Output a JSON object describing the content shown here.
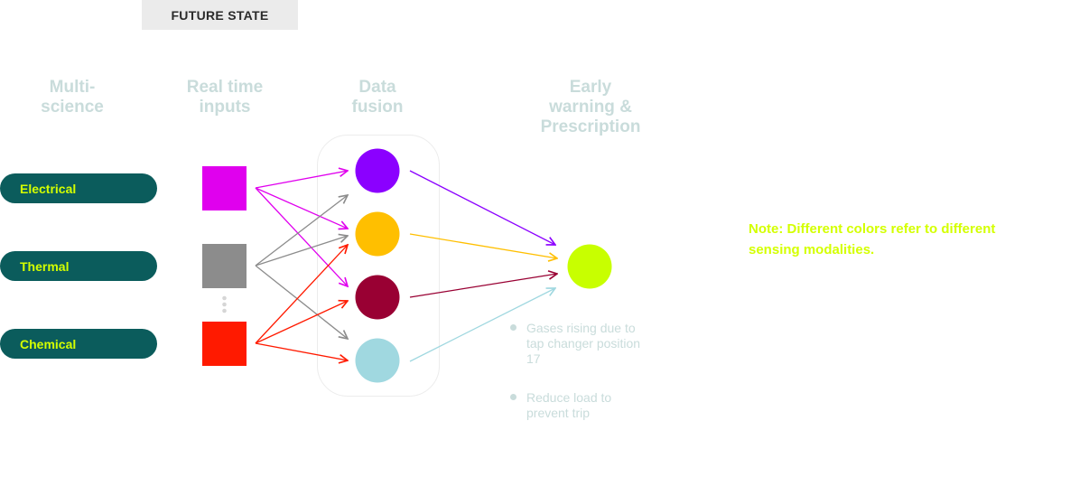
{
  "tag": "FUTURE STATE",
  "columns": {
    "multi_science": "Multi-\nscience",
    "real_time": "Real time\ninputs",
    "fusion": "Data\nfusion",
    "warning": "Early\nwarning &\nPrescription"
  },
  "modalities": [
    "Electrical",
    "Thermal",
    "Chemical"
  ],
  "colors": {
    "electrical": "#e000ee",
    "thermal": "#8c8c8c",
    "chemical": "#ff1a00",
    "node_purple": "#8b00ff",
    "node_amber": "#ffbf00",
    "node_maroon": "#990033",
    "node_cyan": "#a0d8e0",
    "output": "#c8ff00",
    "pill_bg": "#0b5c5c",
    "label_muted": "#c9dcdb"
  },
  "bullets": [
    "Gases rising due to tap changer position 17",
    "Reduce load to prevent trip"
  ],
  "note": "Note: Different colors refer to different sensing modalities."
}
